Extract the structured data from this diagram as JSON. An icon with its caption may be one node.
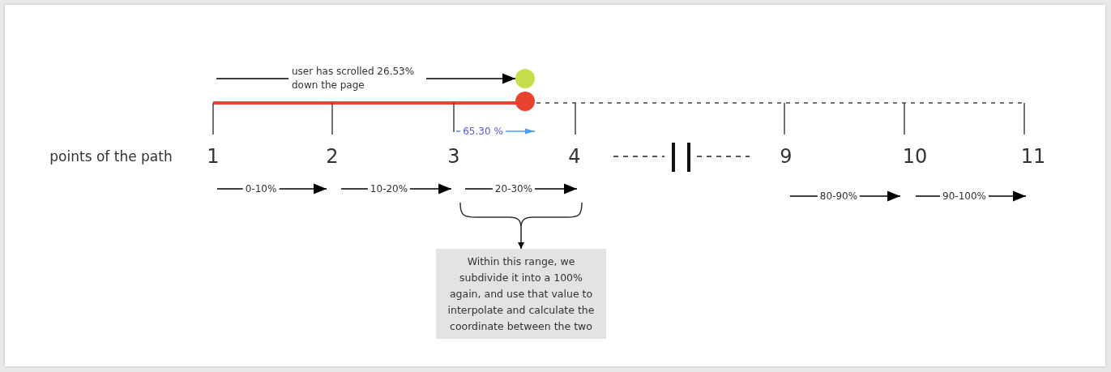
{
  "diagram": {
    "nodes": [
      {
        "text": [],
        "shape": "circle"
      },
      {
        "text": [
          "Within this range, we subdivide it into a 100% again, and use that value to interpolate and calculate the coordinate between the two"
        ]
      }
    ],
    "edges": [
      {
        "from": null,
        "to": 0,
        "arrow": "to",
        "label": "user has scrolled 26.53% down the page"
      },
      {
        "from": null,
        "to": 1,
        "arrow": "to"
      }
    ],
    "labels": [
      "65.30 %",
      "points of the path",
      "1",
      "2",
      "3",
      "4",
      "9",
      "10",
      "11",
      "0-10%",
      "10-20%",
      "20-30%",
      "80-90%",
      "90-100%"
    ]
  }
}
